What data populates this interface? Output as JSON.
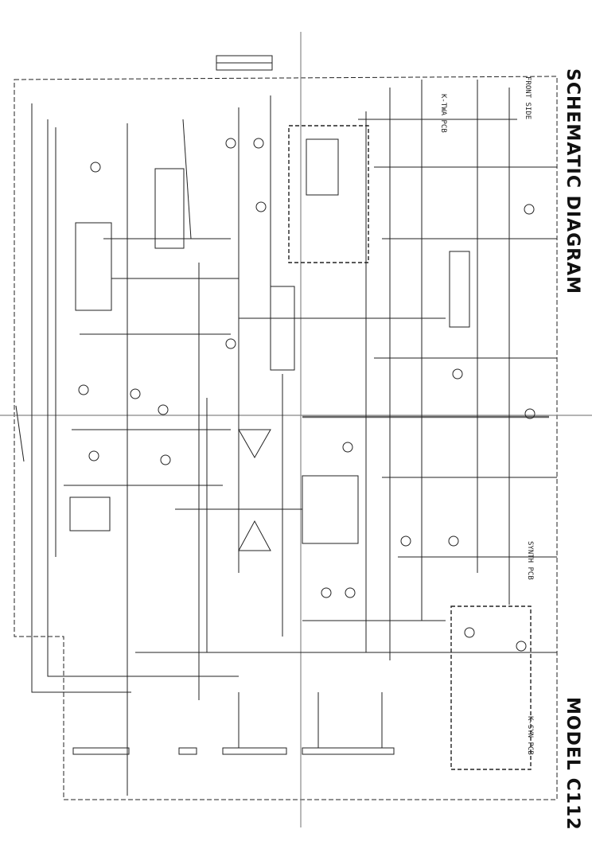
{
  "sheet": {
    "title": "SCHEMATIC DIAGRAM",
    "model": "MODEL C112",
    "label_top_right": "FRONT SIDE",
    "label_board_upper": "K-TWA PCB",
    "label_board_lower": "SYNTH PCB",
    "label_board_bottom": "K-SYN PCB"
  },
  "colors": {
    "ink": "#222222",
    "paper": "#ffffff",
    "scan_line": "#888888"
  }
}
